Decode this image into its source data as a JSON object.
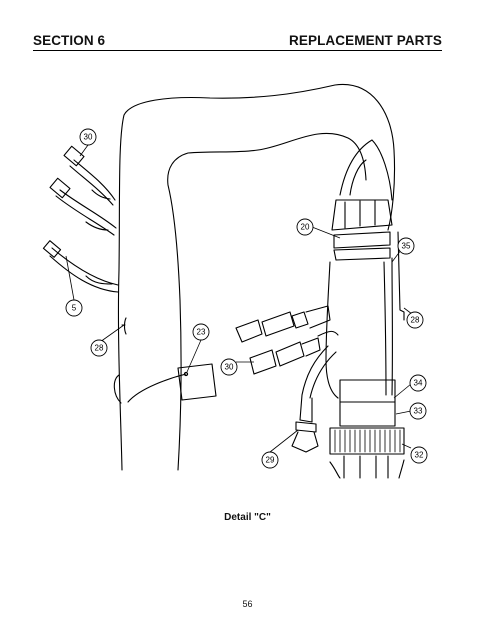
{
  "header": {
    "section": "SECTION 6",
    "title": "REPLACEMENT PARTS"
  },
  "callouts": [
    {
      "id": "c30a",
      "label": "30"
    },
    {
      "id": "c20",
      "label": "20"
    },
    {
      "id": "c35",
      "label": "35"
    },
    {
      "id": "c5",
      "label": "5"
    },
    {
      "id": "c28a",
      "label": "28"
    },
    {
      "id": "c28b",
      "label": "28"
    },
    {
      "id": "c23",
      "label": "23"
    },
    {
      "id": "c30b",
      "label": "30"
    },
    {
      "id": "c34",
      "label": "34"
    },
    {
      "id": "c33",
      "label": "33"
    },
    {
      "id": "c29",
      "label": "29"
    },
    {
      "id": "c32",
      "label": "32"
    }
  ],
  "caption": "Detail \"C\"",
  "page_number": "56"
}
